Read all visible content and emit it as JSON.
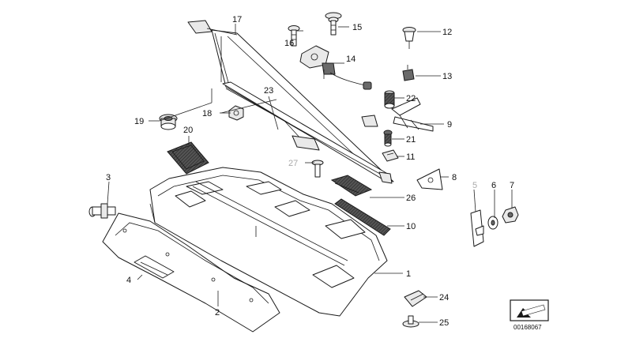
{
  "callouts": [
    {
      "id": "1",
      "label": "1"
    },
    {
      "id": "2",
      "label": "2"
    },
    {
      "id": "3",
      "label": "3"
    },
    {
      "id": "4",
      "label": "4"
    },
    {
      "id": "5",
      "label": "5",
      "faded": true
    },
    {
      "id": "6",
      "label": "6"
    },
    {
      "id": "7",
      "label": "7"
    },
    {
      "id": "8",
      "label": "8"
    },
    {
      "id": "9",
      "label": "9"
    },
    {
      "id": "10",
      "label": "10"
    },
    {
      "id": "11",
      "label": "11"
    },
    {
      "id": "12",
      "label": "12"
    },
    {
      "id": "13",
      "label": "13"
    },
    {
      "id": "14",
      "label": "14"
    },
    {
      "id": "15",
      "label": "15"
    },
    {
      "id": "16",
      "label": "16"
    },
    {
      "id": "17",
      "label": "17"
    },
    {
      "id": "18",
      "label": "18"
    },
    {
      "id": "19",
      "label": "19"
    },
    {
      "id": "20",
      "label": "20"
    },
    {
      "id": "21",
      "label": "21"
    },
    {
      "id": "22",
      "label": "22"
    },
    {
      "id": "23",
      "label": "23"
    },
    {
      "id": "24",
      "label": "24"
    },
    {
      "id": "25",
      "label": "25"
    },
    {
      "id": "26",
      "label": "26"
    },
    {
      "id": "27",
      "label": "27",
      "faded": true
    }
  ],
  "diagram_code": "00168067",
  "colors": {
    "line": "#1a1a1a",
    "faded": "#aaaaaa",
    "background": "#ffffff"
  }
}
